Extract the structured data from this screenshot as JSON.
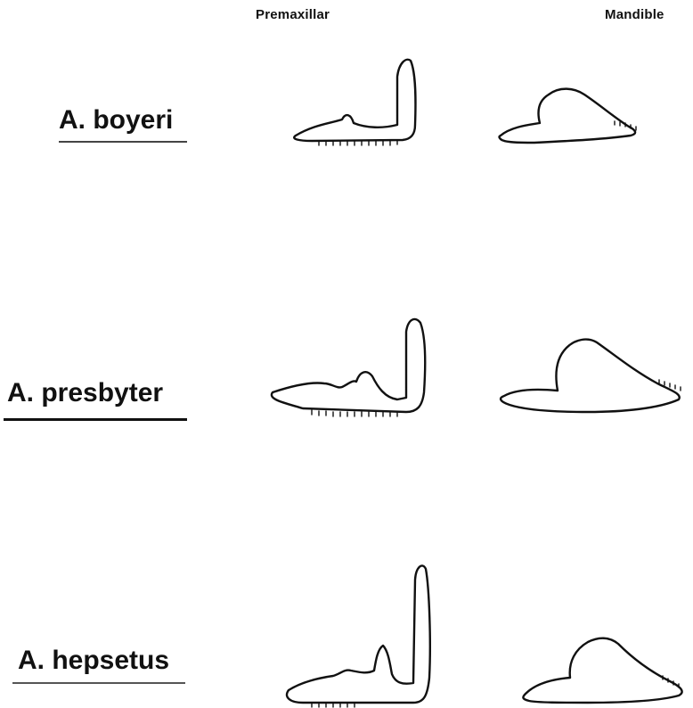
{
  "columns": {
    "premaxillar": "Premaxillar",
    "mandible": "Mandible"
  },
  "species": [
    {
      "label": "A. boyeri"
    },
    {
      "label": "A. presbyter"
    },
    {
      "label": "A. hepsetus"
    }
  ]
}
